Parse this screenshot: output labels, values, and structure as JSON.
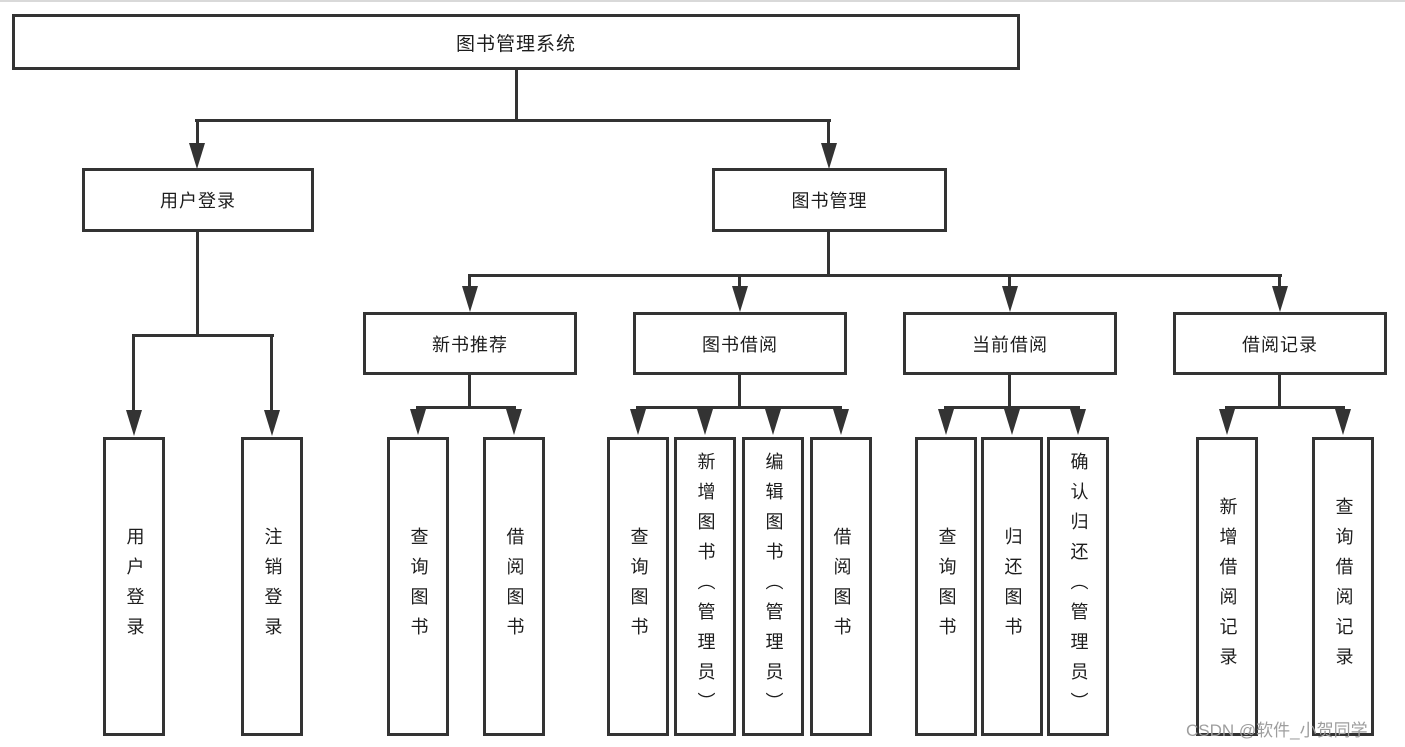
{
  "diagram": {
    "root": {
      "label": "图书管理系统"
    },
    "branches": {
      "user_login": {
        "label": "用户登录",
        "children": [
          "用户登录",
          "注销登录"
        ]
      },
      "book_mgmt": {
        "label": "图书管理",
        "modules": [
          {
            "label": "新书推荐",
            "children": [
              "查询图书",
              "借阅图书"
            ]
          },
          {
            "label": "图书借阅",
            "children": [
              "查询图书",
              "新增图书（管理员）",
              "编辑图书（管理员）",
              "借阅图书"
            ]
          },
          {
            "label": "当前借阅",
            "children": [
              "查询图书",
              "归还图书",
              "确认归还（管理员）"
            ]
          },
          {
            "label": "借阅记录",
            "children": [
              "新增借阅记录",
              "查询借阅记录"
            ]
          }
        ]
      }
    }
  },
  "watermark": "CSDN @软件_小贺同学",
  "colors": {
    "line": "#333333",
    "text": "#1d1d1d",
    "watermark": "#9e9e9e",
    "background": "#ffffff"
  }
}
